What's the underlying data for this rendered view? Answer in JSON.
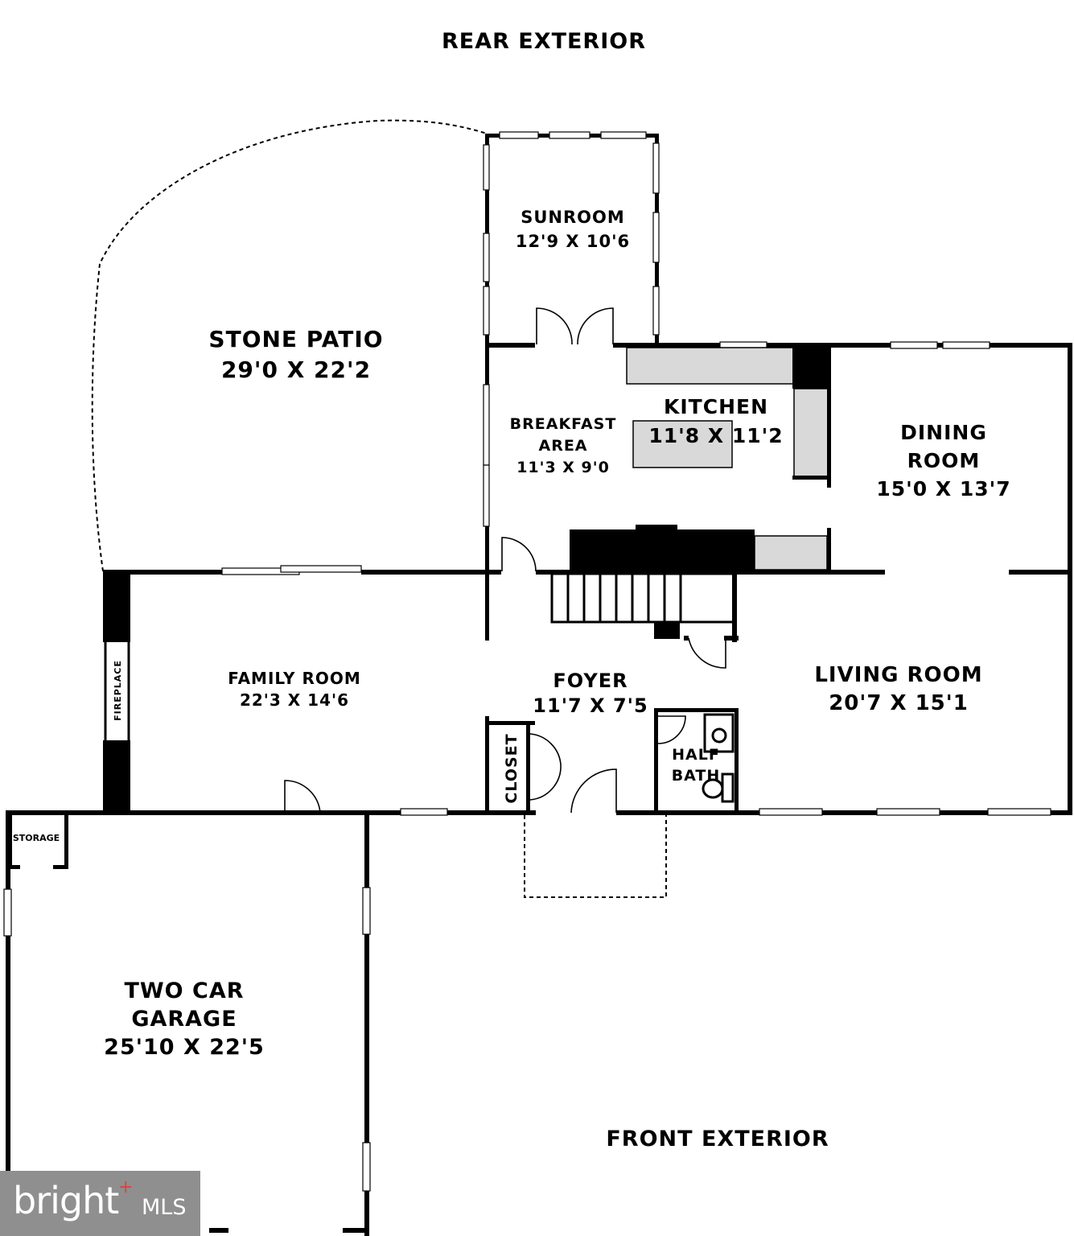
{
  "labels": {
    "rear_exterior": "REAR EXTERIOR",
    "front_exterior": "FRONT EXTERIOR",
    "stone_patio": {
      "name": "STONE PATIO",
      "dims": "29'0 X 22'2"
    },
    "sunroom": {
      "name": "SUNROOM",
      "dims": "12'9 X 10'6"
    },
    "kitchen": {
      "name": "KITCHEN",
      "dims": "11'8 X 11'2"
    },
    "breakfast": {
      "line1": "BREAKFAST",
      "line2": "AREA",
      "dims": "11'3 X 9'0"
    },
    "dining": {
      "line1": "DINING",
      "line2": "ROOM",
      "dims": "15'0 X 13'7"
    },
    "family": {
      "name": "FAMILY ROOM",
      "dims": "22'3 X 14'6"
    },
    "foyer": {
      "name": "FOYER",
      "dims": "11'7 X 7'5"
    },
    "living": {
      "name": "LIVING ROOM",
      "dims": "20'7 X 15'1"
    },
    "half_bath": {
      "line1": "HALF",
      "line2": "BATH"
    },
    "closet": "CLOSET",
    "fireplace": "FIREPLACE",
    "storage": "STORAGE",
    "garage": {
      "line1": "TWO CAR",
      "line2": "GARAGE",
      "dims": "25'10 X 22'5"
    }
  },
  "watermark": {
    "brand": "bright",
    "suffix": "MLS"
  },
  "colors": {
    "wall": "#000000",
    "counter": "#d9d9d9",
    "badge": "#8f8f8f",
    "accent": "#e0423a"
  }
}
